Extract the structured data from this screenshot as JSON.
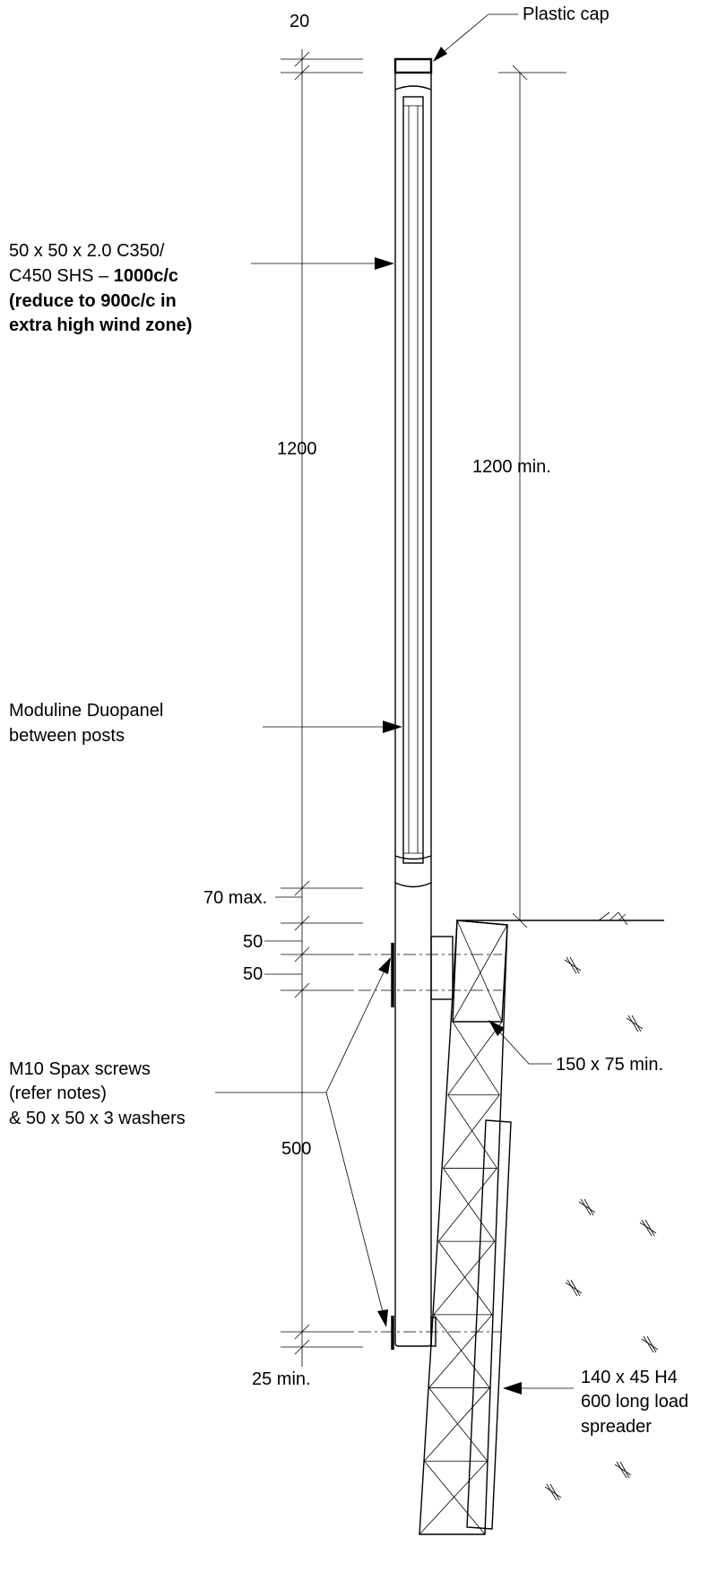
{
  "labels": {
    "plastic_cap": "Plastic cap",
    "shs_line1": "50 x 50 x 2.0 C350/",
    "shs_line2_a": "C450 SHS – ",
    "shs_line2_b": "1000c/c",
    "shs_line3": "(reduce to 900c/c in",
    "shs_line4": "extra high wind zone)",
    "panel_line1": "Moduline Duopanel",
    "panel_line2": "between posts",
    "screws_line1": "M10 Spax screws",
    "screws_line2": "(refer notes)",
    "screws_line3": "& 50 x 50 x 3 washers",
    "timber_size": "150 x 75 min.",
    "spreader_line1": "140 x 45 H4",
    "spreader_line2": "600 long load",
    "spreader_line3": "spreader"
  },
  "dimensions": {
    "cap": "20",
    "post_height": "1200",
    "min_height": "1200 min.",
    "gap_max": "70 max.",
    "top_screw_1": "50",
    "top_screw_2": "50",
    "screw_spacing": "500",
    "bottom_edge": "25 min."
  }
}
